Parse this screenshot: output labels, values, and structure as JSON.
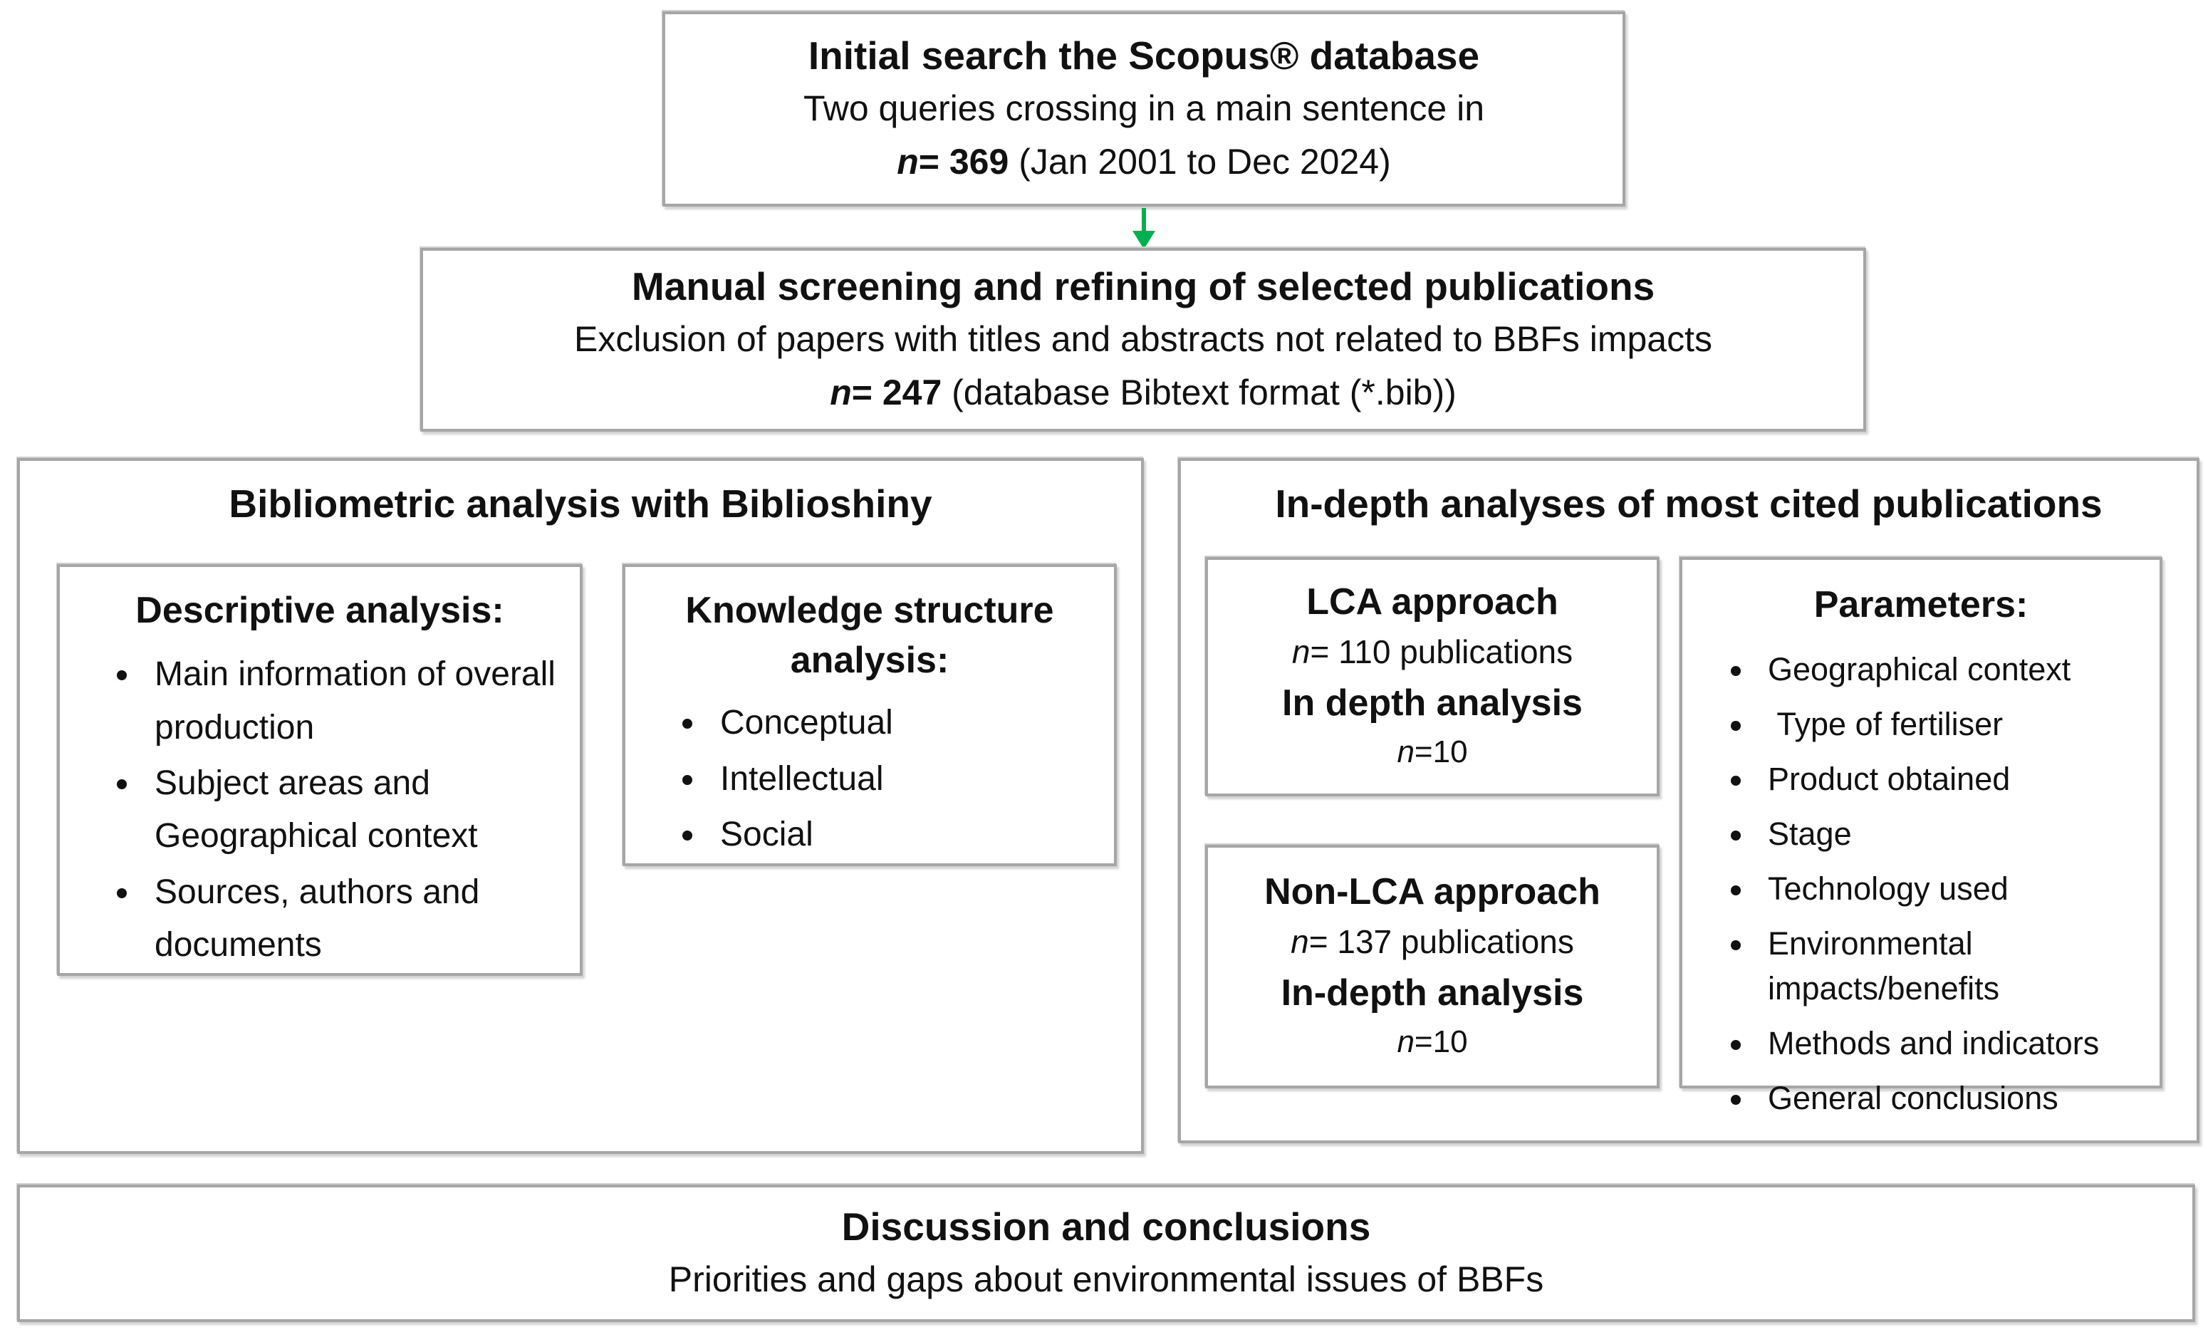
{
  "arrow_color": "#00b050",
  "box_initial": {
    "title": "Initial search the Scopus® database",
    "subtitle": "Two queries crossing in a main sentence in",
    "n_italic": "n",
    "n_value": "= 369",
    "n_detail": " (Jan 2001 to Dec 2024)"
  },
  "box_screening": {
    "title": "Manual screening and refining of selected publications",
    "subtitle": "Exclusion of papers with titles and abstracts not related to BBFs impacts",
    "n_italic": "n",
    "n_value": "= 247",
    "n_detail": " (database Bibtext format (*.bib))"
  },
  "panel_bibliometric": {
    "title": "Bibliometric analysis with Biblioshiny",
    "descriptive": {
      "title": "Descriptive analysis:",
      "bullets": [
        "Main information of overall production",
        "Subject areas and Geographical context",
        "Sources, authors and documents"
      ]
    },
    "knowledge": {
      "title": "Knowledge structure analysis:",
      "bullets": [
        "Conceptual",
        "Intellectual",
        "Social"
      ]
    }
  },
  "panel_indepth": {
    "title": "In-depth analyses of most cited publications",
    "lca": {
      "title": "LCA approach",
      "n_italic": "n",
      "n_rest": "= 110 publications",
      "subtitle": "In depth analysis",
      "n2_italic": "n",
      "n2_rest": "=10"
    },
    "non_lca": {
      "title": "Non-LCA approach",
      "n_italic": "n",
      "n_rest": "= 137 publications",
      "subtitle": "In-depth analysis",
      "n2_italic": "n",
      "n2_rest": "=10"
    },
    "parameters": {
      "title": "Parameters:",
      "bullets": [
        "Geographical context",
        " Type of fertiliser",
        "Product obtained",
        "Stage",
        "Technology used",
        "Environmental impacts/benefits",
        "Methods and indicators",
        "General conclusions"
      ]
    }
  },
  "box_discussion": {
    "title": "Discussion and conclusions",
    "subtitle": "Priorities and gaps about environmental issues of BBFs"
  }
}
